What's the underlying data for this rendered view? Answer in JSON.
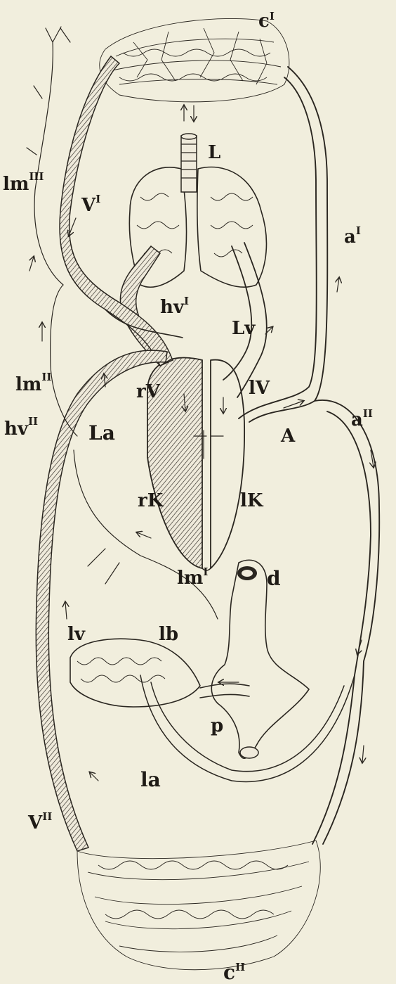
{
  "figure": {
    "labels": {
      "c1": {
        "main": "c",
        "sup": "I"
      },
      "L": {
        "main": "L",
        "sup": ""
      },
      "lm3": {
        "main": "lm",
        "sup": "III"
      },
      "V1": {
        "main": "V",
        "sup": "I"
      },
      "a1": {
        "main": "a",
        "sup": "I"
      },
      "hv1": {
        "main": "hv",
        "sup": "I"
      },
      "Lv": {
        "main": "Lv",
        "sup": ""
      },
      "lm2": {
        "main": "lm",
        "sup": "II"
      },
      "rV": {
        "main": "rV",
        "sup": ""
      },
      "IV": {
        "main": "lV",
        "sup": ""
      },
      "a2": {
        "main": "a",
        "sup": "II"
      },
      "hv2": {
        "main": "hv",
        "sup": "II"
      },
      "La": {
        "main": "La",
        "sup": ""
      },
      "A": {
        "main": "A",
        "sup": ""
      },
      "rK": {
        "main": "rK",
        "sup": ""
      },
      "lK": {
        "main": "lK",
        "sup": ""
      },
      "lm1": {
        "main": "lm",
        "sup": "I"
      },
      "d": {
        "main": "d",
        "sup": ""
      },
      "lv": {
        "main": "lv",
        "sup": ""
      },
      "lb": {
        "main": "lb",
        "sup": ""
      },
      "p": {
        "main": "p",
        "sup": ""
      },
      "la": {
        "main": "la",
        "sup": ""
      },
      "V2": {
        "main": "V",
        "sup": "II"
      },
      "c2": {
        "main": "c",
        "sup": "II"
      }
    },
    "colors": {
      "paper": "#f1eedd",
      "ink": "#2a2620",
      "venous_fill": "#c9c3b0"
    }
  }
}
